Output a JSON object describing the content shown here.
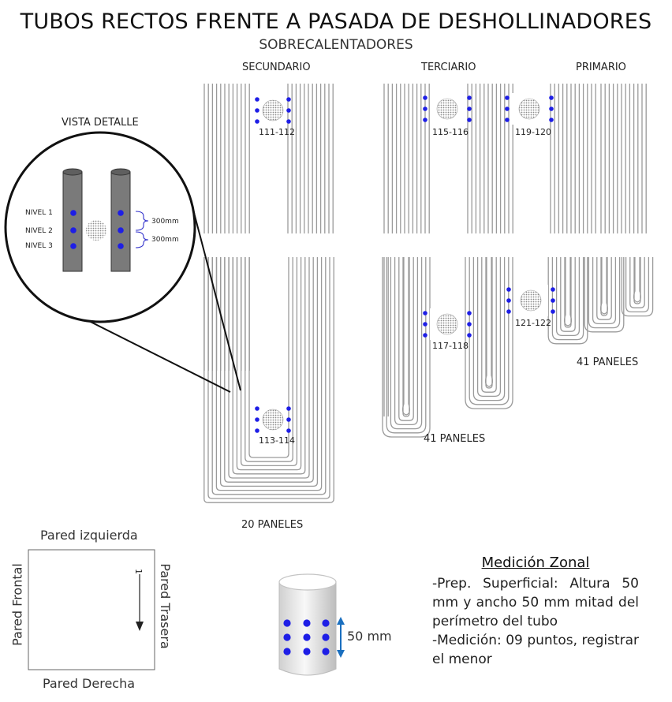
{
  "title": "TUBOS RECTOS FRENTE A PASADA DE DESHOLLINADORES",
  "subtitle": "SOBRECALENTADORES",
  "sections": {
    "secundario": "SECUNDARIO",
    "terciario": "TERCIARIO",
    "primario": "PRIMARIO"
  },
  "detail": {
    "label": "VISTA DETALLE",
    "levels": [
      "NIVEL 1",
      "NIVEL 2",
      "NIVEL 3"
    ],
    "spacings": [
      "300mm",
      "300mm"
    ]
  },
  "zones": {
    "z111": "111-112",
    "z113": "113-114",
    "z115": "115-116",
    "z117": "117-118",
    "z119": "119-120",
    "z121": "121-122"
  },
  "panel_labels": {
    "secundario": "20 PANELES",
    "terciario": "41 PANELES",
    "primario": "41 PANELES"
  },
  "walls": {
    "top": "Pared izquierda",
    "bottom": "Pared Derecha",
    "left": "Pared Frontal",
    "right": "Pared Trasera",
    "arrow_label": "1"
  },
  "tube_sample": {
    "dimension": "50 mm"
  },
  "notes": {
    "title": "Medición Zonal",
    "line1": "-Prep. Superficial: Altura 50 mm y ancho 50 mm mitad del perímetro del tubo",
    "line2": "-Medición: 09 puntos, registrar el menor"
  },
  "colors": {
    "point": "#1e1ee6",
    "tube": "#7a7a7a",
    "line": "#9a9a9a",
    "dim": "#1a6fbf"
  }
}
